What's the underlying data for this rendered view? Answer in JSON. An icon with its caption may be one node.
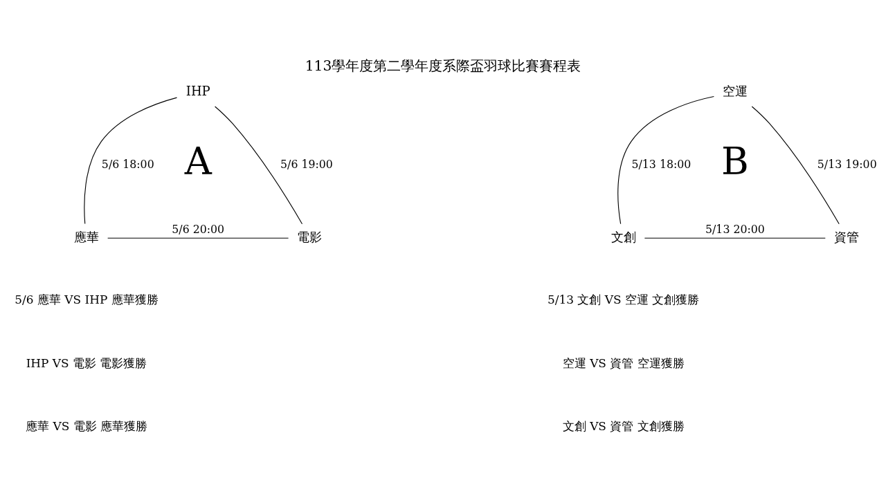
{
  "diagram": {
    "title": "113學年度第二學年度系際盃羽球比賽賽程表",
    "nodes": [
      {
        "text": [
          "IHP"
        ]
      },
      {
        "text": [
          "應華"
        ]
      },
      {
        "text": [
          "電影"
        ]
      },
      {
        "text": [
          "空運"
        ]
      },
      {
        "text": [
          "文創"
        ]
      },
      {
        "text": [
          "資管"
        ]
      }
    ],
    "edges": [
      {
        "from": 1,
        "to": 0,
        "arrow": "none",
        "label": "5/6 18:00"
      },
      {
        "from": 0,
        "to": 2,
        "arrow": "none",
        "label": "5/6 19:00"
      },
      {
        "from": 1,
        "to": 2,
        "arrow": "none",
        "label": "5/6 20:00"
      },
      {
        "from": 4,
        "to": 3,
        "arrow": "none",
        "label": "5/13 18:00"
      },
      {
        "from": 3,
        "to": 5,
        "arrow": "none",
        "label": "5/13 19:00"
      },
      {
        "from": 4,
        "to": 5,
        "arrow": "none",
        "label": "5/13 20:00"
      }
    ],
    "labels": [
      "A",
      "B",
      "5/6 應華 VS IHP 應華獲勝",
      "IHP VS 電影 電影獲勝",
      "應華 VS 電影 應華獲勝",
      "5/13 文創 VS 空運 文創獲勝",
      "空運 VS 資管 空運獲勝",
      "文創 VS 資管 文創獲勝"
    ]
  }
}
